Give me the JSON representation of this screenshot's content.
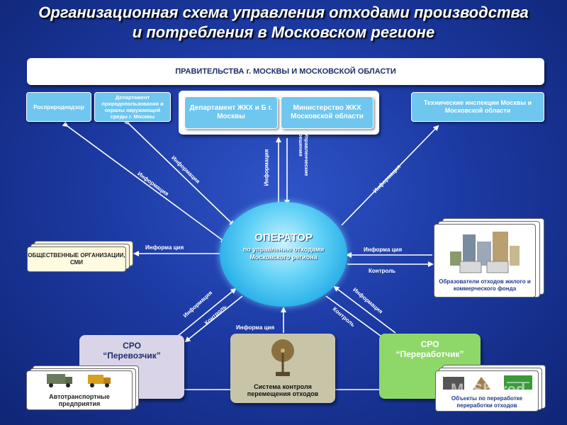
{
  "title": {
    "line1": "Организационная схема управления отходами производства",
    "line2": "и потребления в Московском регионе"
  },
  "government": "ПРАВИТЕЛЬСТВА г. МОСКВЫ И МОСКОВСКОЙ ОБЛАСТИ",
  "agencies": {
    "rosprirodnadzor": "Росприроднадзор",
    "dept_nature": "Департамент природопользования и охраны окружающей среды г. Москвы",
    "dept_zhkh_moscow": "Департамент ЖКХ и Б г. Москвы",
    "ministry_zhkh": "Министерство ЖКХ Московской области",
    "tech_inspections": "Технические инспекции Москвы и Московской области"
  },
  "operator": {
    "title": "ОПЕРАТОР",
    "subtitle": "по управлению отходами Московского региона"
  },
  "labels": {
    "info": "Информация",
    "info_split": "Информа ция",
    "control": "Контроль",
    "management": "Управленческие решения"
  },
  "public_orgs": "ОБЩЕСТВЕННЫЕ ОРГАНИЗАЦИИ, СМИ",
  "generators": "Образователи отходов жилого и коммерческого фонда",
  "sro_carrier": {
    "title": "СРО",
    "name": "“Перевозчик”"
  },
  "transport": "Автотранспортные предприятия",
  "control_system": "Система контроля перемещения отходов",
  "sro_processor": {
    "title": "СРО",
    "name": "“Переработчик”"
  },
  "processing": "Объекты по переработке переработки отходов",
  "watermark": "MyShared",
  "colors": {
    "background": "#1c3aa3",
    "light_blue": "#6fc6ee",
    "sro_carrier": "#d9d4e8",
    "sro_processor": "#8ed86a",
    "control_system": "#c8c4a8"
  }
}
